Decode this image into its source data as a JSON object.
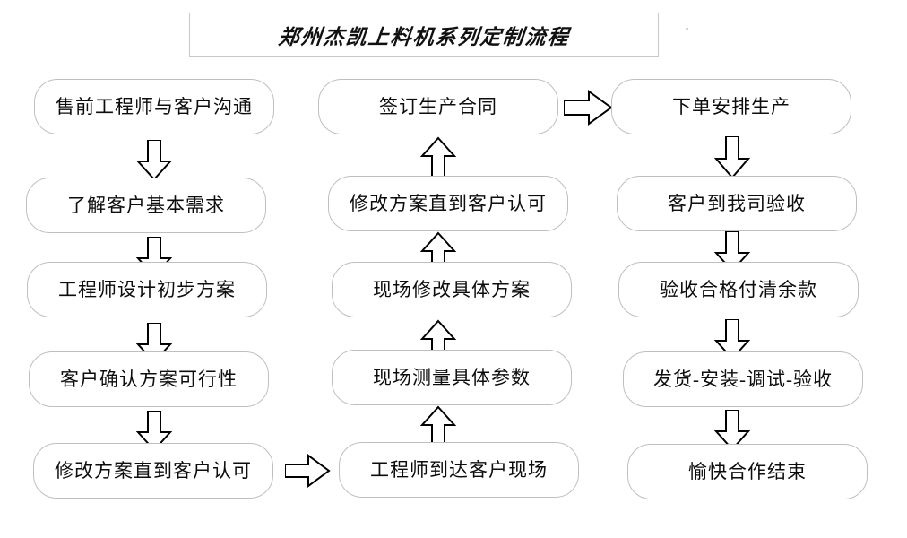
{
  "title": {
    "text": "郑州杰凯上料机系列定制流程"
  },
  "colors": {
    "background": "#ffffff",
    "node_border": "#bfbfbf",
    "title_border": "#c9c9c9",
    "text": "#0d0d0d",
    "arrow_stroke": "#000000"
  },
  "columns": {
    "left": {
      "name": "pre-sales-column",
      "nodes": [
        {
          "id": "l1",
          "label": "售前工程师与客户沟通"
        },
        {
          "id": "l2",
          "label": "了解客户基本需求"
        },
        {
          "id": "l3",
          "label": "工程师设计初步方案"
        },
        {
          "id": "l4",
          "label": "客户确认方案可行性"
        },
        {
          "id": "l5",
          "label": "修改方案直到客户认可"
        }
      ]
    },
    "middle": {
      "name": "on-site-column",
      "nodes": [
        {
          "id": "m1",
          "label": "签订生产合同"
        },
        {
          "id": "m2",
          "label": "修改方案直到客户认可"
        },
        {
          "id": "m3",
          "label": "现场修改具体方案"
        },
        {
          "id": "m4",
          "label": "现场测量具体参数"
        },
        {
          "id": "m5",
          "label": "工程师到达客户现场"
        }
      ]
    },
    "right": {
      "name": "production-column",
      "nodes": [
        {
          "id": "r1",
          "label": "下单安排生产"
        },
        {
          "id": "r2",
          "label": "客户到我司验收"
        },
        {
          "id": "r3",
          "label": "验收合格付清余款"
        },
        {
          "id": "r4",
          "label": "发货-安装-调试-验收"
        },
        {
          "id": "r5",
          "label": "愉快合作结束"
        }
      ]
    }
  },
  "connectors": [
    {
      "id": "c-l1-l2",
      "direction": "down",
      "icon": "arrow-down-icon"
    },
    {
      "id": "c-l2-l3",
      "direction": "down",
      "icon": "arrow-down-icon"
    },
    {
      "id": "c-l3-l4",
      "direction": "down",
      "icon": "arrow-down-icon"
    },
    {
      "id": "c-l4-l5",
      "direction": "down",
      "icon": "arrow-down-icon"
    },
    {
      "id": "c-l5-m5",
      "direction": "right",
      "icon": "arrow-right-icon"
    },
    {
      "id": "c-m5-m4",
      "direction": "up",
      "icon": "arrow-up-icon"
    },
    {
      "id": "c-m4-m3",
      "direction": "up",
      "icon": "arrow-up-icon"
    },
    {
      "id": "c-m3-m2",
      "direction": "up",
      "icon": "arrow-up-icon"
    },
    {
      "id": "c-m2-m1",
      "direction": "up",
      "icon": "arrow-up-icon"
    },
    {
      "id": "c-m1-r1",
      "direction": "right",
      "icon": "arrow-right-icon"
    },
    {
      "id": "c-r1-r2",
      "direction": "down",
      "icon": "arrow-down-icon"
    },
    {
      "id": "c-r2-r3",
      "direction": "down",
      "icon": "arrow-down-icon"
    },
    {
      "id": "c-r3-r4",
      "direction": "down",
      "icon": "arrow-down-icon"
    },
    {
      "id": "c-r4-r5",
      "direction": "down",
      "icon": "arrow-down-icon"
    }
  ]
}
